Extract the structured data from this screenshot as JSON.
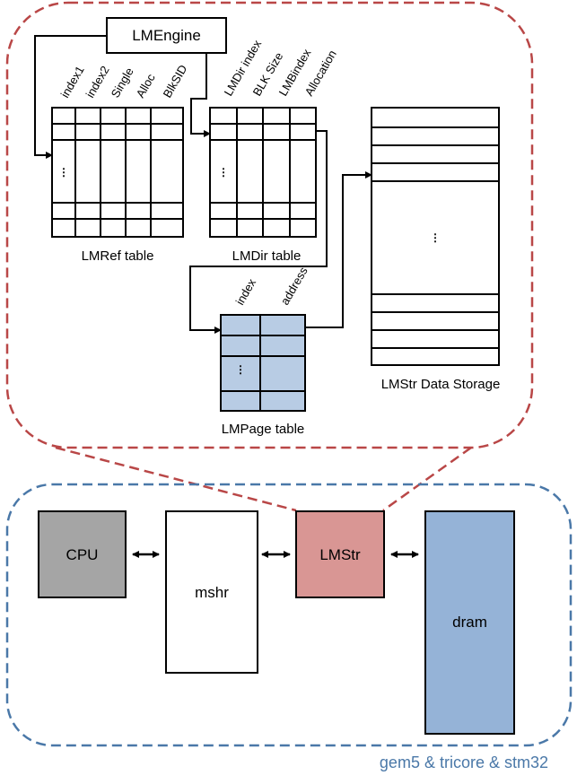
{
  "colors": {
    "lm_boundary": "#b94747",
    "sim_boundary": "#4a78a8",
    "cpu_fill": "#a5a5a5",
    "lmstr_fill": "#d99694",
    "dram_fill": "#95b3d7",
    "page_table_fill": "#b8cce4",
    "line": "#000000"
  },
  "lm_engine": {
    "label": "LMEngine"
  },
  "lmref_table": {
    "label": "LMRef table",
    "columns": [
      "index1",
      "index2",
      "Single",
      "Alloc",
      "BlkSID"
    ],
    "ellipsis": "⋮"
  },
  "lmdir_table": {
    "label": "LMDir table",
    "columns": [
      "LMDir index",
      "BLK Size",
      "LMBindex",
      "Allocation"
    ],
    "ellipsis": "⋮"
  },
  "lmpage_table": {
    "label": "LMPage table",
    "columns": [
      "index",
      "address"
    ],
    "ellipsis": "⋮"
  },
  "lmstr_storage": {
    "label": "LMStr Data Storage",
    "ellipsis": "⋮"
  },
  "system": {
    "cpu": "CPU",
    "mshr": "mshr",
    "lmstr": "LMStr",
    "dram": "dram",
    "footer": "gem5 & tricore & stm32"
  },
  "icons": {
    "arrow": "arrow-icon",
    "bidirectional_arrow": "double-arrow-icon"
  }
}
